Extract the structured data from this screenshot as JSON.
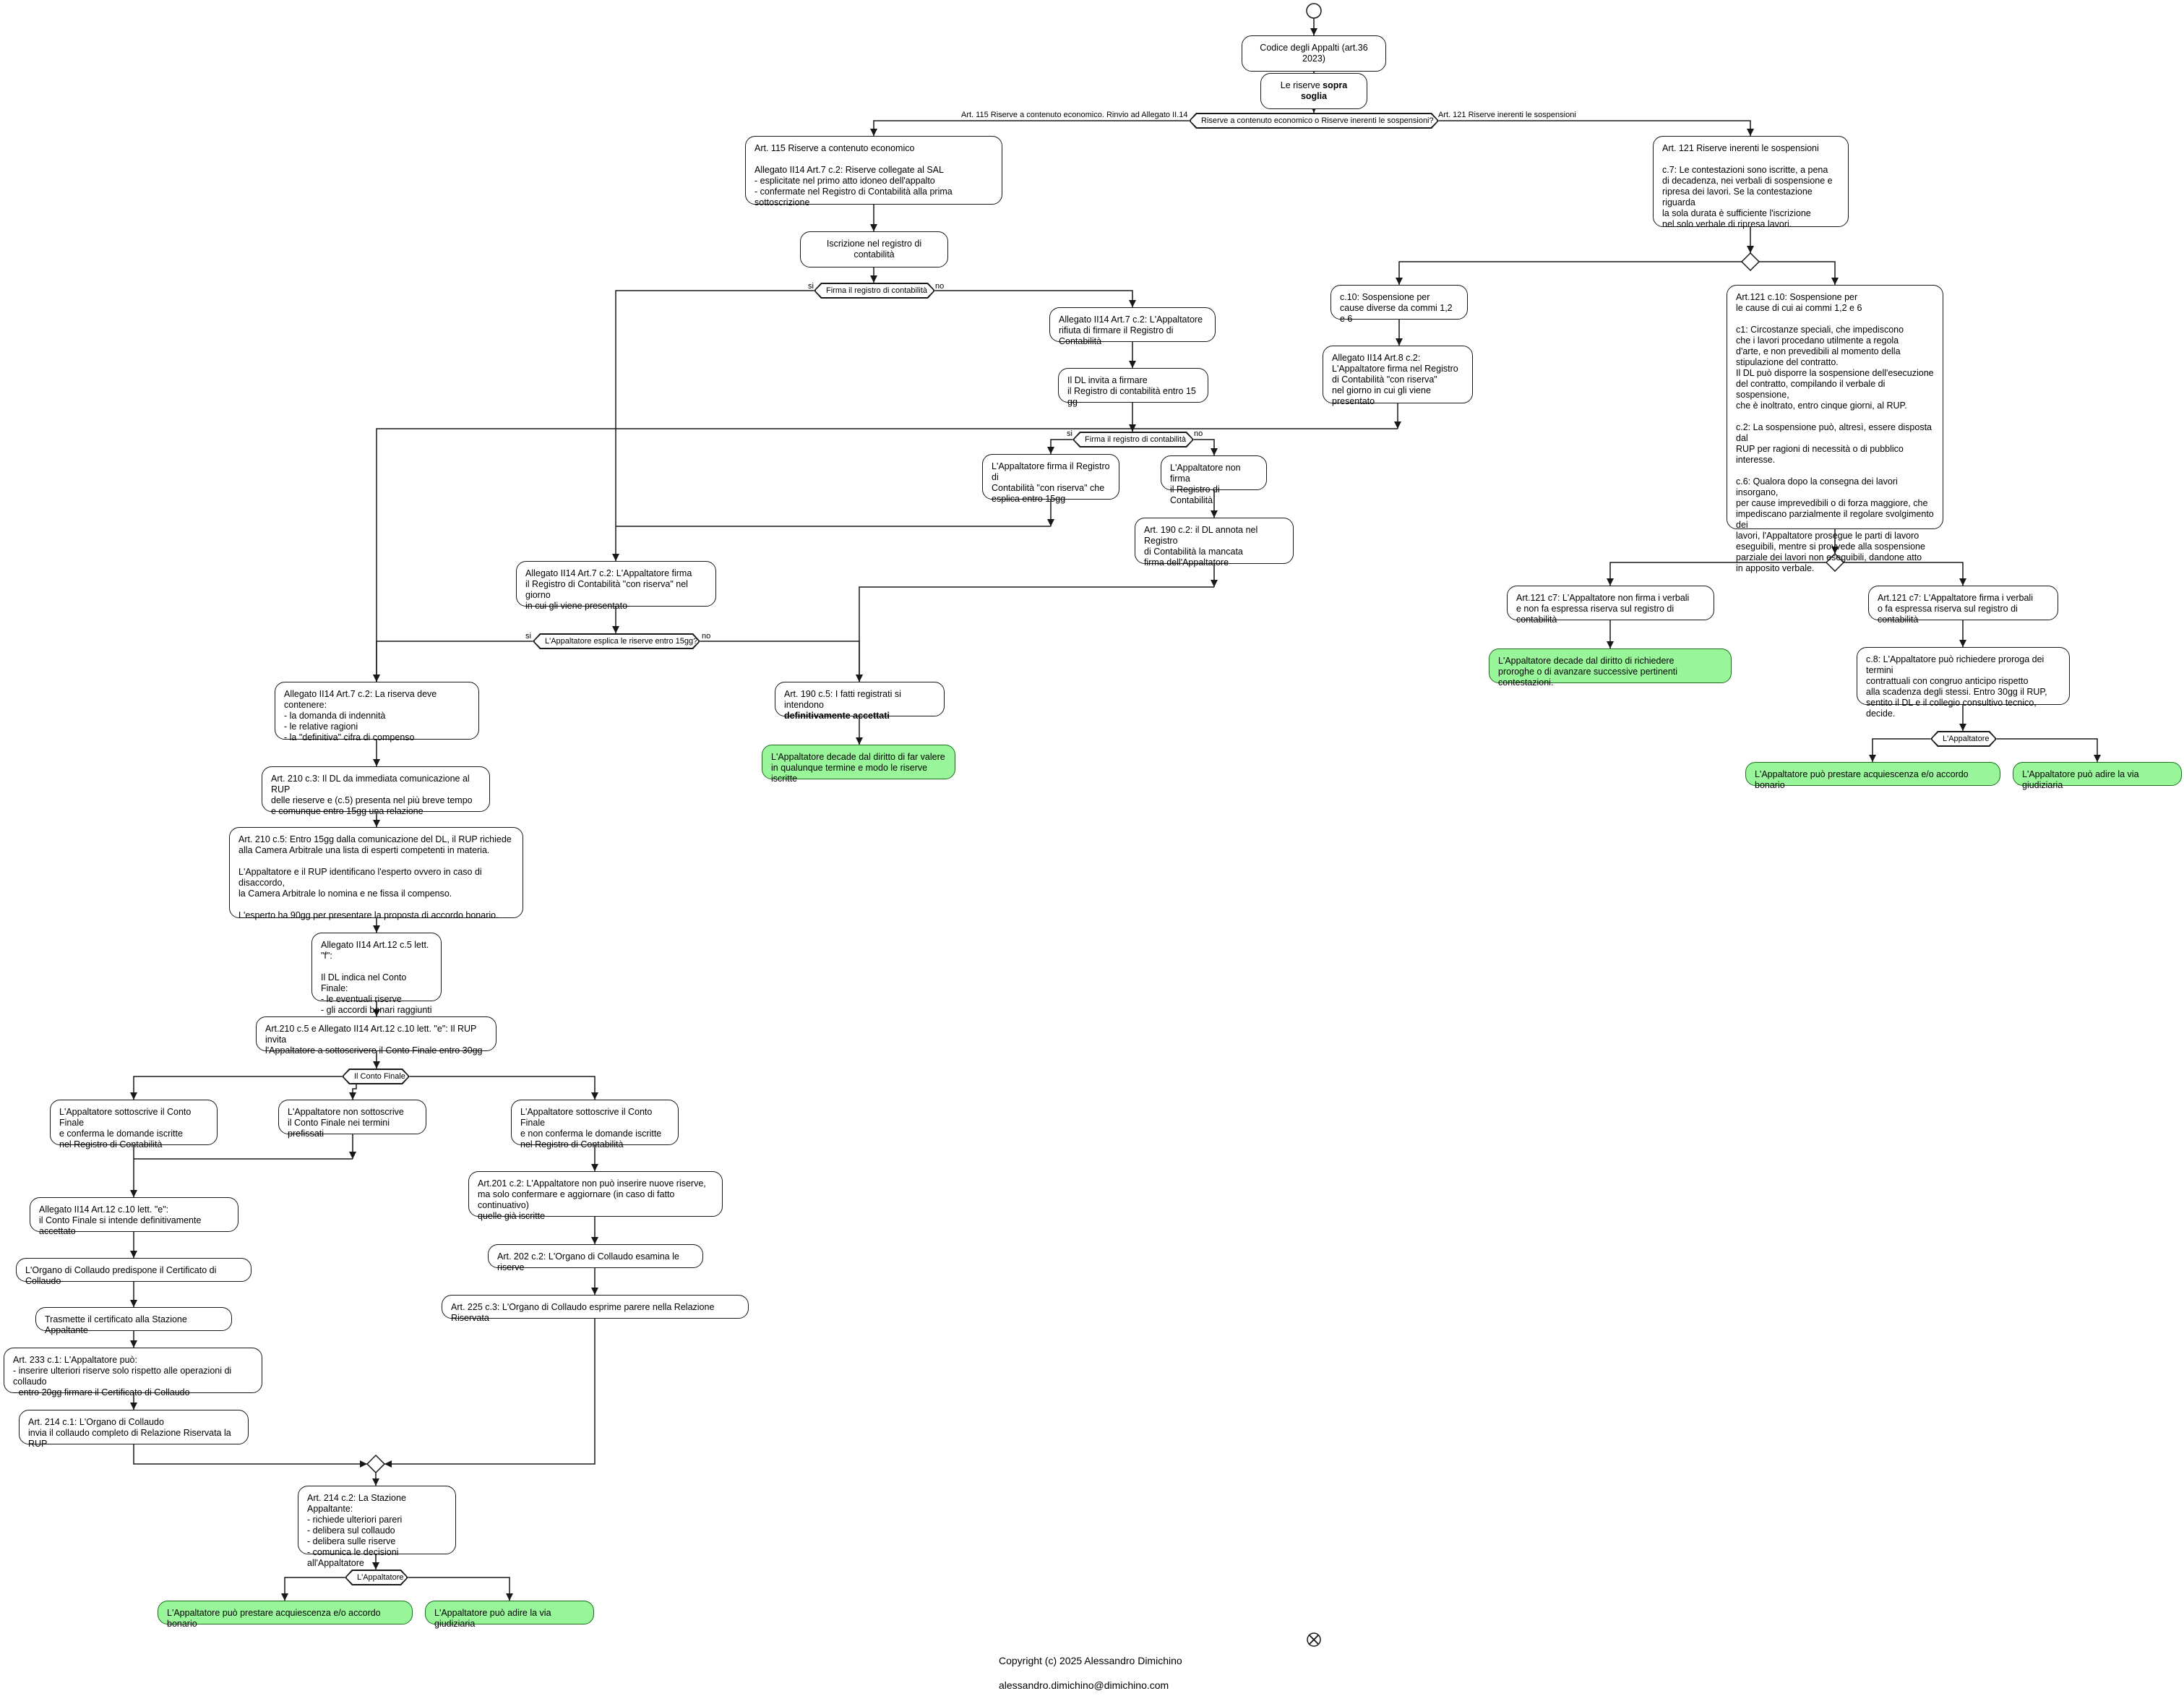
{
  "diagram": {
    "start_title": "Codice degli Appalti (art.36 2023)",
    "riserve_prefix": "Le riserve ",
    "riserve_bold": "sopra soglia",
    "decision_main": "Riserve a contenuto economico o Riserve inerenti le sospensioni?",
    "branch_left": "Art. 115 Riserve a contenuto economico. Rinvio ad Allegato II.14",
    "branch_right": "Art. 121 Riserve inerenti le sospensioni",
    "art115_box": "Art. 115 Riserve a contenuto economico\n\nAllegato II14 Art.7 c.2: Riserve collegate al SAL\n- esplicitate nel primo atto idoneo dell'appalto\n- confermate nel Registro di Contabilità alla prima sottoscrizione",
    "iscrizione": "Iscrizione nel registro di contabilità",
    "decision_firma1": "Firma il registro di contabilità",
    "yes": "si",
    "no": "no",
    "rifiuta": "Allegato II14 Art.7 c.2: L'Appaltatore\nrifiuta di firmare il Registro di Contabilità",
    "dl_invita": "Il DL invita a firmare\nil Registro di contabilità entro 15 gg",
    "decision_firma2": "Firma il registro di contabilità",
    "firma_con_riserva_15": "L'Appaltatore firma il Registro di\nContabilità \"con riserva\" che\nesplica entro 15gg",
    "non_firma": "L'Appaltatore non firma\nil Registro di Contabilità",
    "art190_c2": "Art. 190 c.2: il DL annota nel Registro\ndi Contabilità la mancata\nfirma dell'Appaltatore",
    "firma_con_riserva_giorno": "Allegato II14 Art.7 c.2: L'Appaltatore firma\nil Registro di Contabilità \"con riserva\" nel giorno\nin cui gli viene presentato",
    "decision_esplica": "L'Appaltatore esplica le riserve entro 15gg?",
    "art190_c5_text": "Art. 190 c.5: I fatti registrati si intendono\n",
    "art190_c5_bold": "definitivamente accettati",
    "decade_far_valere": "L'Appaltatore decade dal diritto di far valere\nin qualunque termine e modo le riserve iscritte",
    "contenuto_riserva": "Allegato II14 Art.7 c.2: La riserva deve contenere:\n- la domanda di indennità\n- le relative ragioni\n- la \"definitiva\" cifra di compenso",
    "art210_c3": "Art. 210 c.3: Il DL da immediata comunicazione al RUP\ndelle rieserve e (c.5) presenta nel più breve tempo\ne comunque entro 15gg una relazione",
    "art210_c5": "Art. 210 c.5: Entro 15gg dalla comunicazione del DL, il RUP richiede\nalla Camera Arbitrale una lista di esperti competenti in materia.\n\nL'Appaltatore e il RUP identificano l'esperto ovvero in caso di disaccordo,\nla Camera Arbitrale lo nomina e ne fissa il compenso.\n\nL'esperto ha 90gg per presentare la proposta di accordo bonario.",
    "art12_f": "Allegato II14 Art.12 c.5 lett. \"f\":\n\nIl DL indica nel Conto Finale:\n- le eventuali riserve\n- gli accordi bonari raggiunti",
    "art210_invita": "Art.210 c.5 e Allegato II14 Art.12 c.10 lett. \"e\": Il RUP invita\nl'Appaltatore a sottoscrivere il Conto Finale entro 30gg",
    "decision_conto": "Il Conto Finale",
    "sottoscrive_conferma": "L'Appaltatore sottoscrive il Conto Finale\ne conferma le domande iscritte\nnel Registro di Contabilità",
    "non_sottoscrive": "L'Appaltatore non sottoscrive\nil Conto Finale nei termini prefissati",
    "sottoscrive_non_conferma": "L'Appaltatore sottoscrive il Conto Finale\ne non conferma le domande iscritte\nnel Registro di Contabilità",
    "conto_accettato": "Allegato II14 Art.12 c.10 lett. \"e\":\nil Conto Finale si intende definitivamente accettato",
    "certificato": "L'Organo di Collaudo predispone il Certificato di Collaudo",
    "trasmette": "Trasmette il certificato alla Stazione Appaltante",
    "art233": "Art. 233 c.1: L'Appaltatore può:\n- inserire ulteriori riserve solo rispetto alle operazioni di collaudo\n- entro 20gg firmare il Certificato di Collaudo",
    "art214_c1": "Art. 214 c.1: L'Organo di Collaudo\ninvia il collaudo completo di Relazione Riservata la RUP",
    "art201": "Art.201 c.2: L'Appaltatore non può inserire nuove riserve,\nma solo confermare e aggiornare (in caso di fatto continuativo)\nquelle già iscritte",
    "art202": "Art. 202 c.2: L'Organo di Collaudo esamina le riserve",
    "art225": "Art. 225 c.3: L'Organo di Collaudo esprime parere nella Relazione Riservata",
    "art214_c2": "Art. 214 c.2: La Stazione Appaltante:\n- richiede ulteriori pareri\n- delibera sul collaudo\n- delibera sulle riserve\n- comunica le decisioni all'Appaltatore",
    "decision_appaltatore": "L'Appaltatore",
    "acquiescenza": "L'Appaltatore può prestare acquiescenza e/o accordo bonario",
    "via_giudiziaria": "L'Appaltatore può adire la via giudiziaria",
    "art121_box": "Art. 121 Riserve inerenti le sospensioni\n\nc.7: Le contestazioni sono iscritte, a pena\ndi decadenza, nei verbali di sospensione e\nripresa dei lavori. Se la contestazione riguarda\nla sola durata è sufficiente l'iscrizione\nnel solo verbale di ripresa lavori.",
    "c10_diverse": "c.10: Sospensione per\ncause diverse da commi 1,2 e 6",
    "art8_c2": "Allegato II14 Art.8 c.2:\nL'Appaltatore firma nel Registro\ndi Contabilità \"con riserva\"\nnel giorno in cui gli viene presentato",
    "art121_c10": "Art.121 c.10: Sospensione per\nle cause di cui ai commi 1,2 e 6\n\nc1: Circostanze speciali, che impediscono\nche i lavori procedano utilmente a regola\nd'arte, e non prevedibili al momento della\nstipulazione del contratto.\nIl DL può disporre la sospensione dell'esecuzione\ndel contratto, compilando il verbale di sospensione,\nche è inoltrato, entro cinque giorni, al RUP.\n\nc.2: La sospensione può, altresì, essere disposta dal\nRUP per ragioni di necessità o di pubblico interesse.\n\nc.6: Qualora dopo la consegna dei lavori insorgano,\nper cause imprevedibili o di forza maggiore, che\nimpediscano parzialmente il regolare svolgimento dei\nlavori, l'Appaltatore prosegue le parti di lavoro\neseguibili, mentre si provvede alla sospensione\nparziale dei lavori non eseguibili, dandone atto\nin apposito verbale.",
    "c7_non_firma": "Art.121 c7: L'Appaltatore non firma i verbali\ne non fa espressa riserva sul registro di contabilità",
    "c7_firma": "Art.121 c7: L'Appaltatore firma i verbali\no fa espressa riserva sul registro di contabilità",
    "decade_proroghe": "L'Appaltatore decade dal diritto di richiedere\nproroghe o di avanzare successive pertinenti contestazioni.",
    "c8_proroga": "c.8: L'Appaltatore può richiedere proroga dei termini\ncontrattuali con congruo anticipo rispetto\nalla scadenza degli stessi. Entro 30gg il RUP,\nsentito il DL e il collegio consultivo tecnico, decide.",
    "copyright": "Copyright (c) 2025 Alessandro Dimichino",
    "email": "alessandro.dimichino@dimichino.com"
  },
  "colors": {
    "line": "#181818",
    "terminal_fill": "#99f599",
    "terminal_border": "#1b6e1b"
  },
  "icons": [
    "start-node-icon",
    "merge-diamond-icon",
    "end-node-icon"
  ]
}
